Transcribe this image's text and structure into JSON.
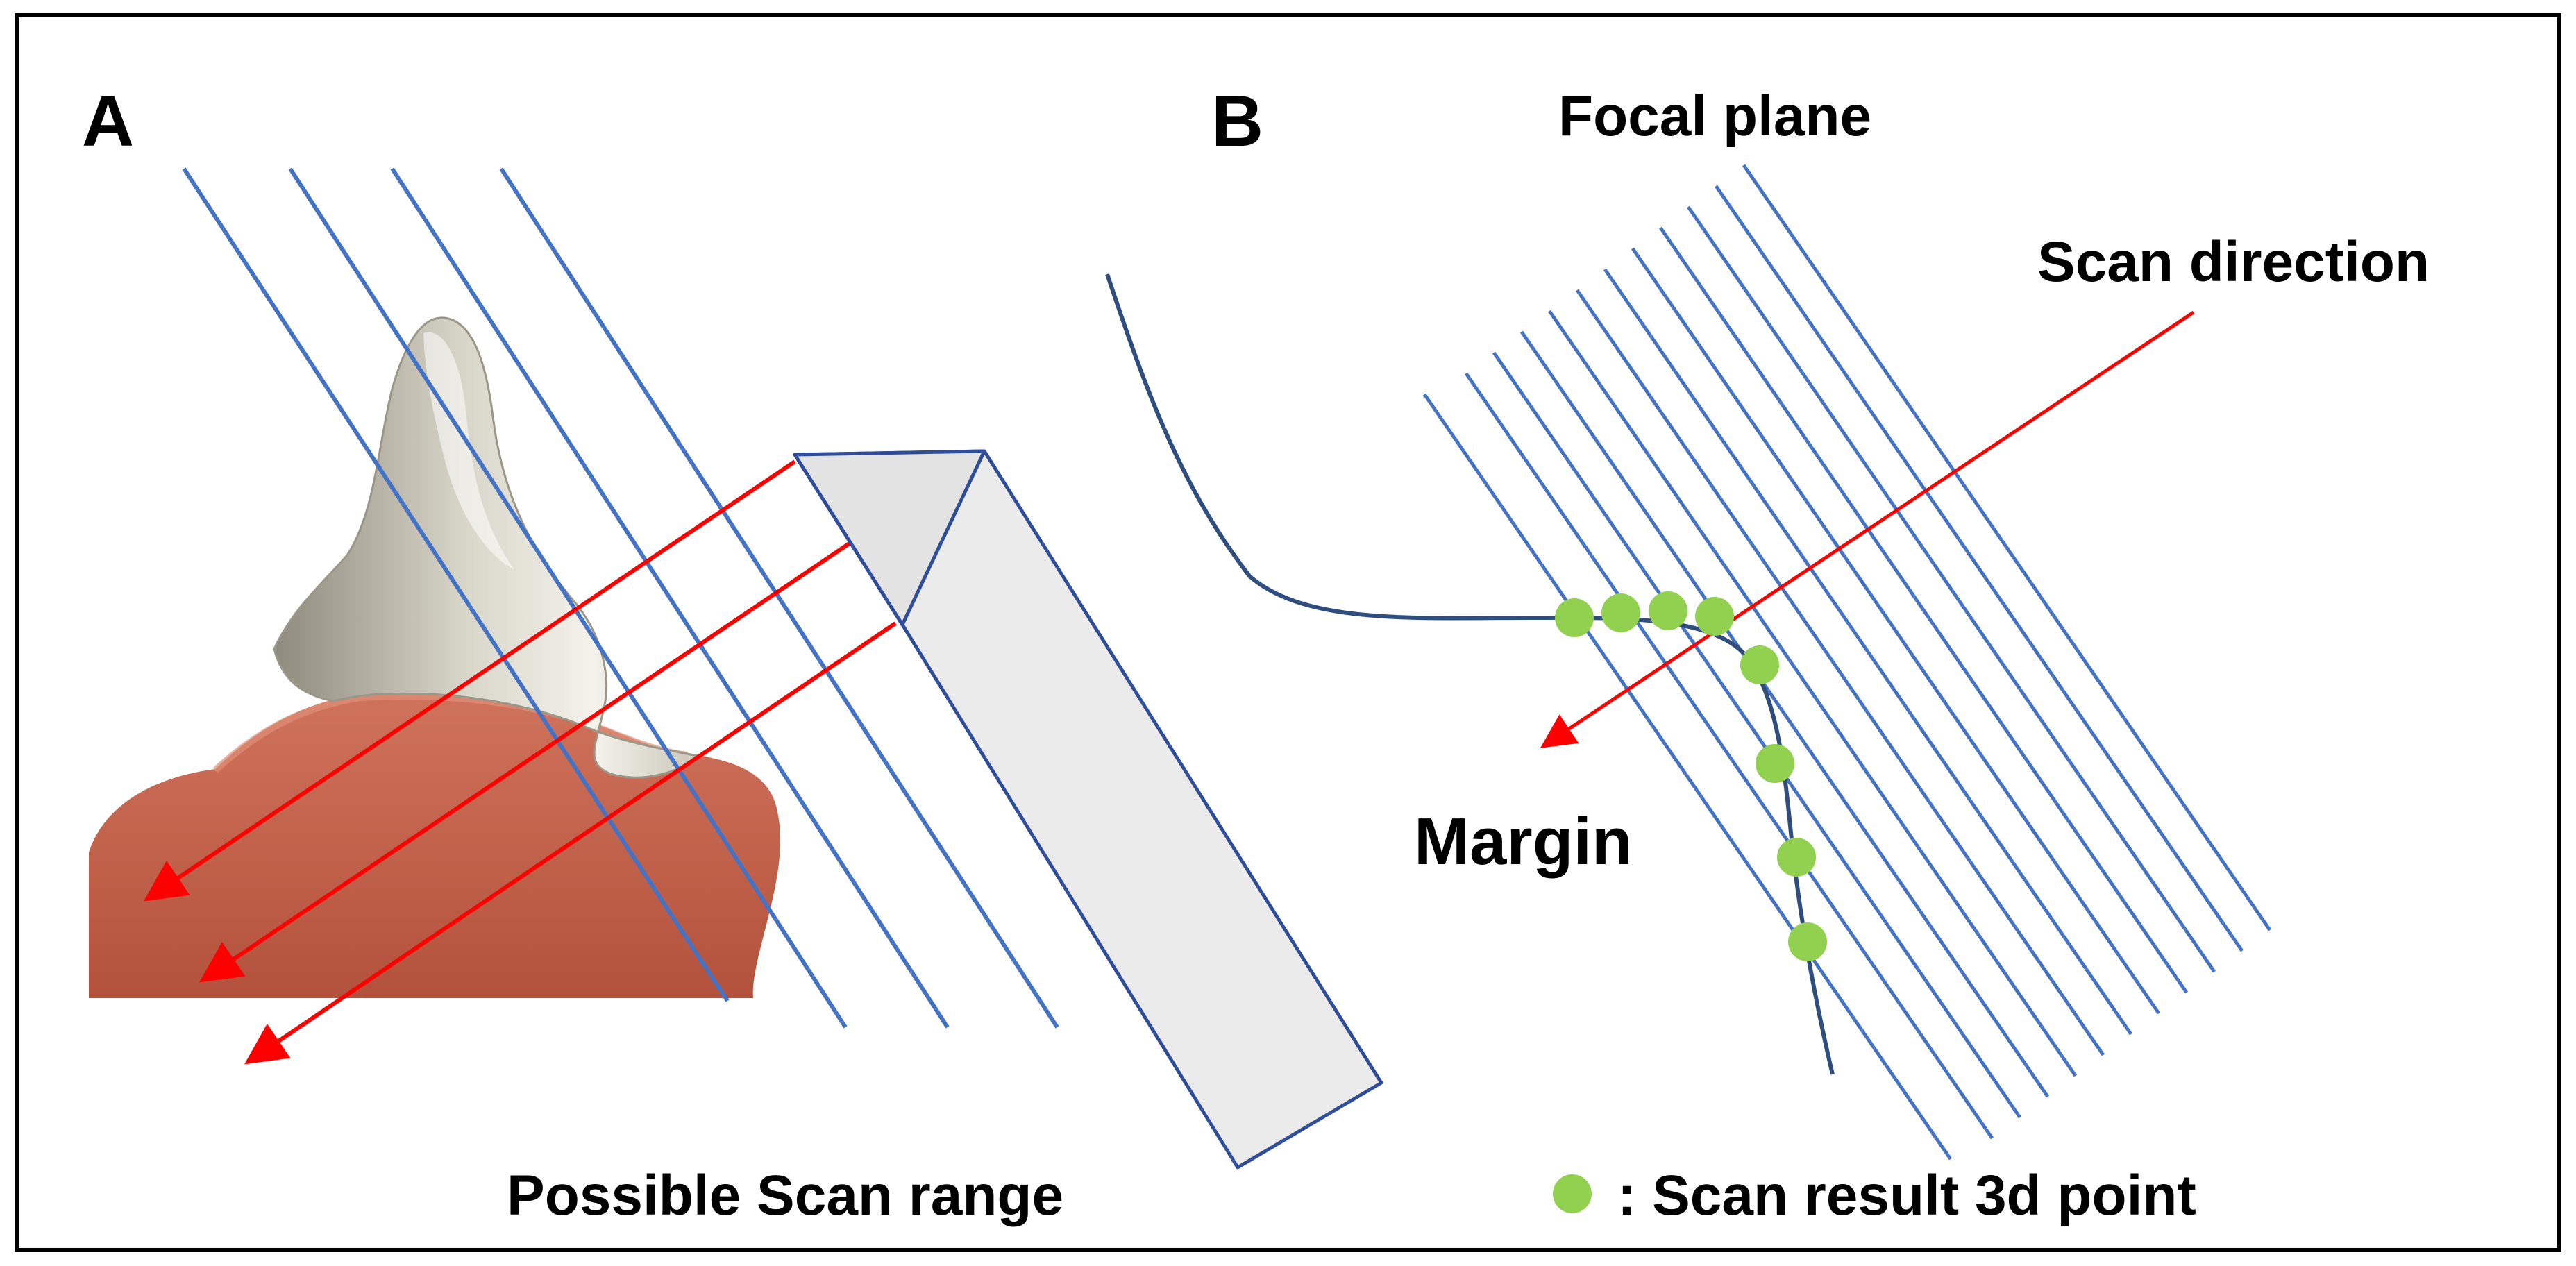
{
  "panels": [
    {
      "id": "A",
      "label": "A",
      "caption": "Possible Scan range"
    },
    {
      "id": "B",
      "label": "B",
      "labels": {
        "focal_plane": "Focal plane",
        "scan_direction": "Scan direction",
        "margin": "Margin",
        "legend": ": Scan result 3d point"
      }
    }
  ],
  "colors": {
    "frame": "#000000",
    "focal_plane_line": "#4472c4",
    "scan_arrow": "#ff0000",
    "scan_point": "#92d050",
    "gingiva": "#c0604a",
    "tooth": "#e6e4da",
    "scanner_tip": "#ebebeb",
    "margin_curve": "#2f4d7e"
  },
  "icons": {
    "tooth": "tooth-crown-illustration",
    "gingiva": "gingiva-illustration",
    "scanner": "intraoral-scanner-tip",
    "legend_marker": "green-dot-icon"
  }
}
